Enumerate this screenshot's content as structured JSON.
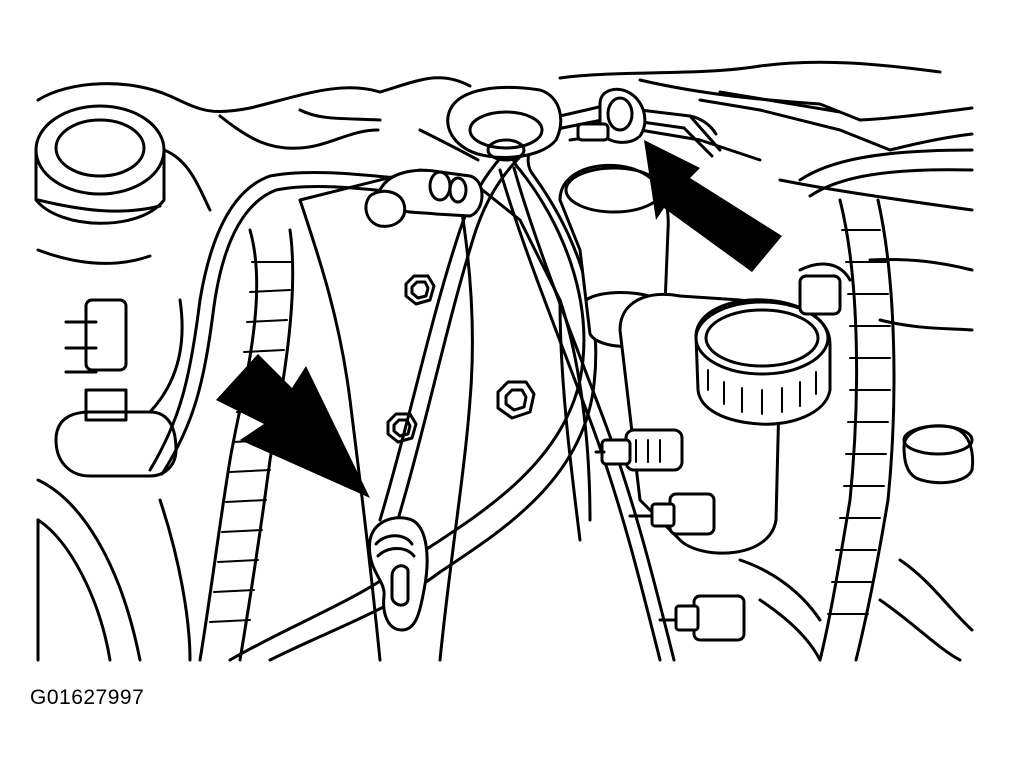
{
  "figure": {
    "id_label": "G01627997"
  },
  "icons": {
    "callout_arrow_left": "arrow-pointing-down-right",
    "callout_arrow_right": "arrow-pointing-up-left"
  },
  "colors": {
    "ink": "#000000",
    "paper": "#ffffff"
  }
}
